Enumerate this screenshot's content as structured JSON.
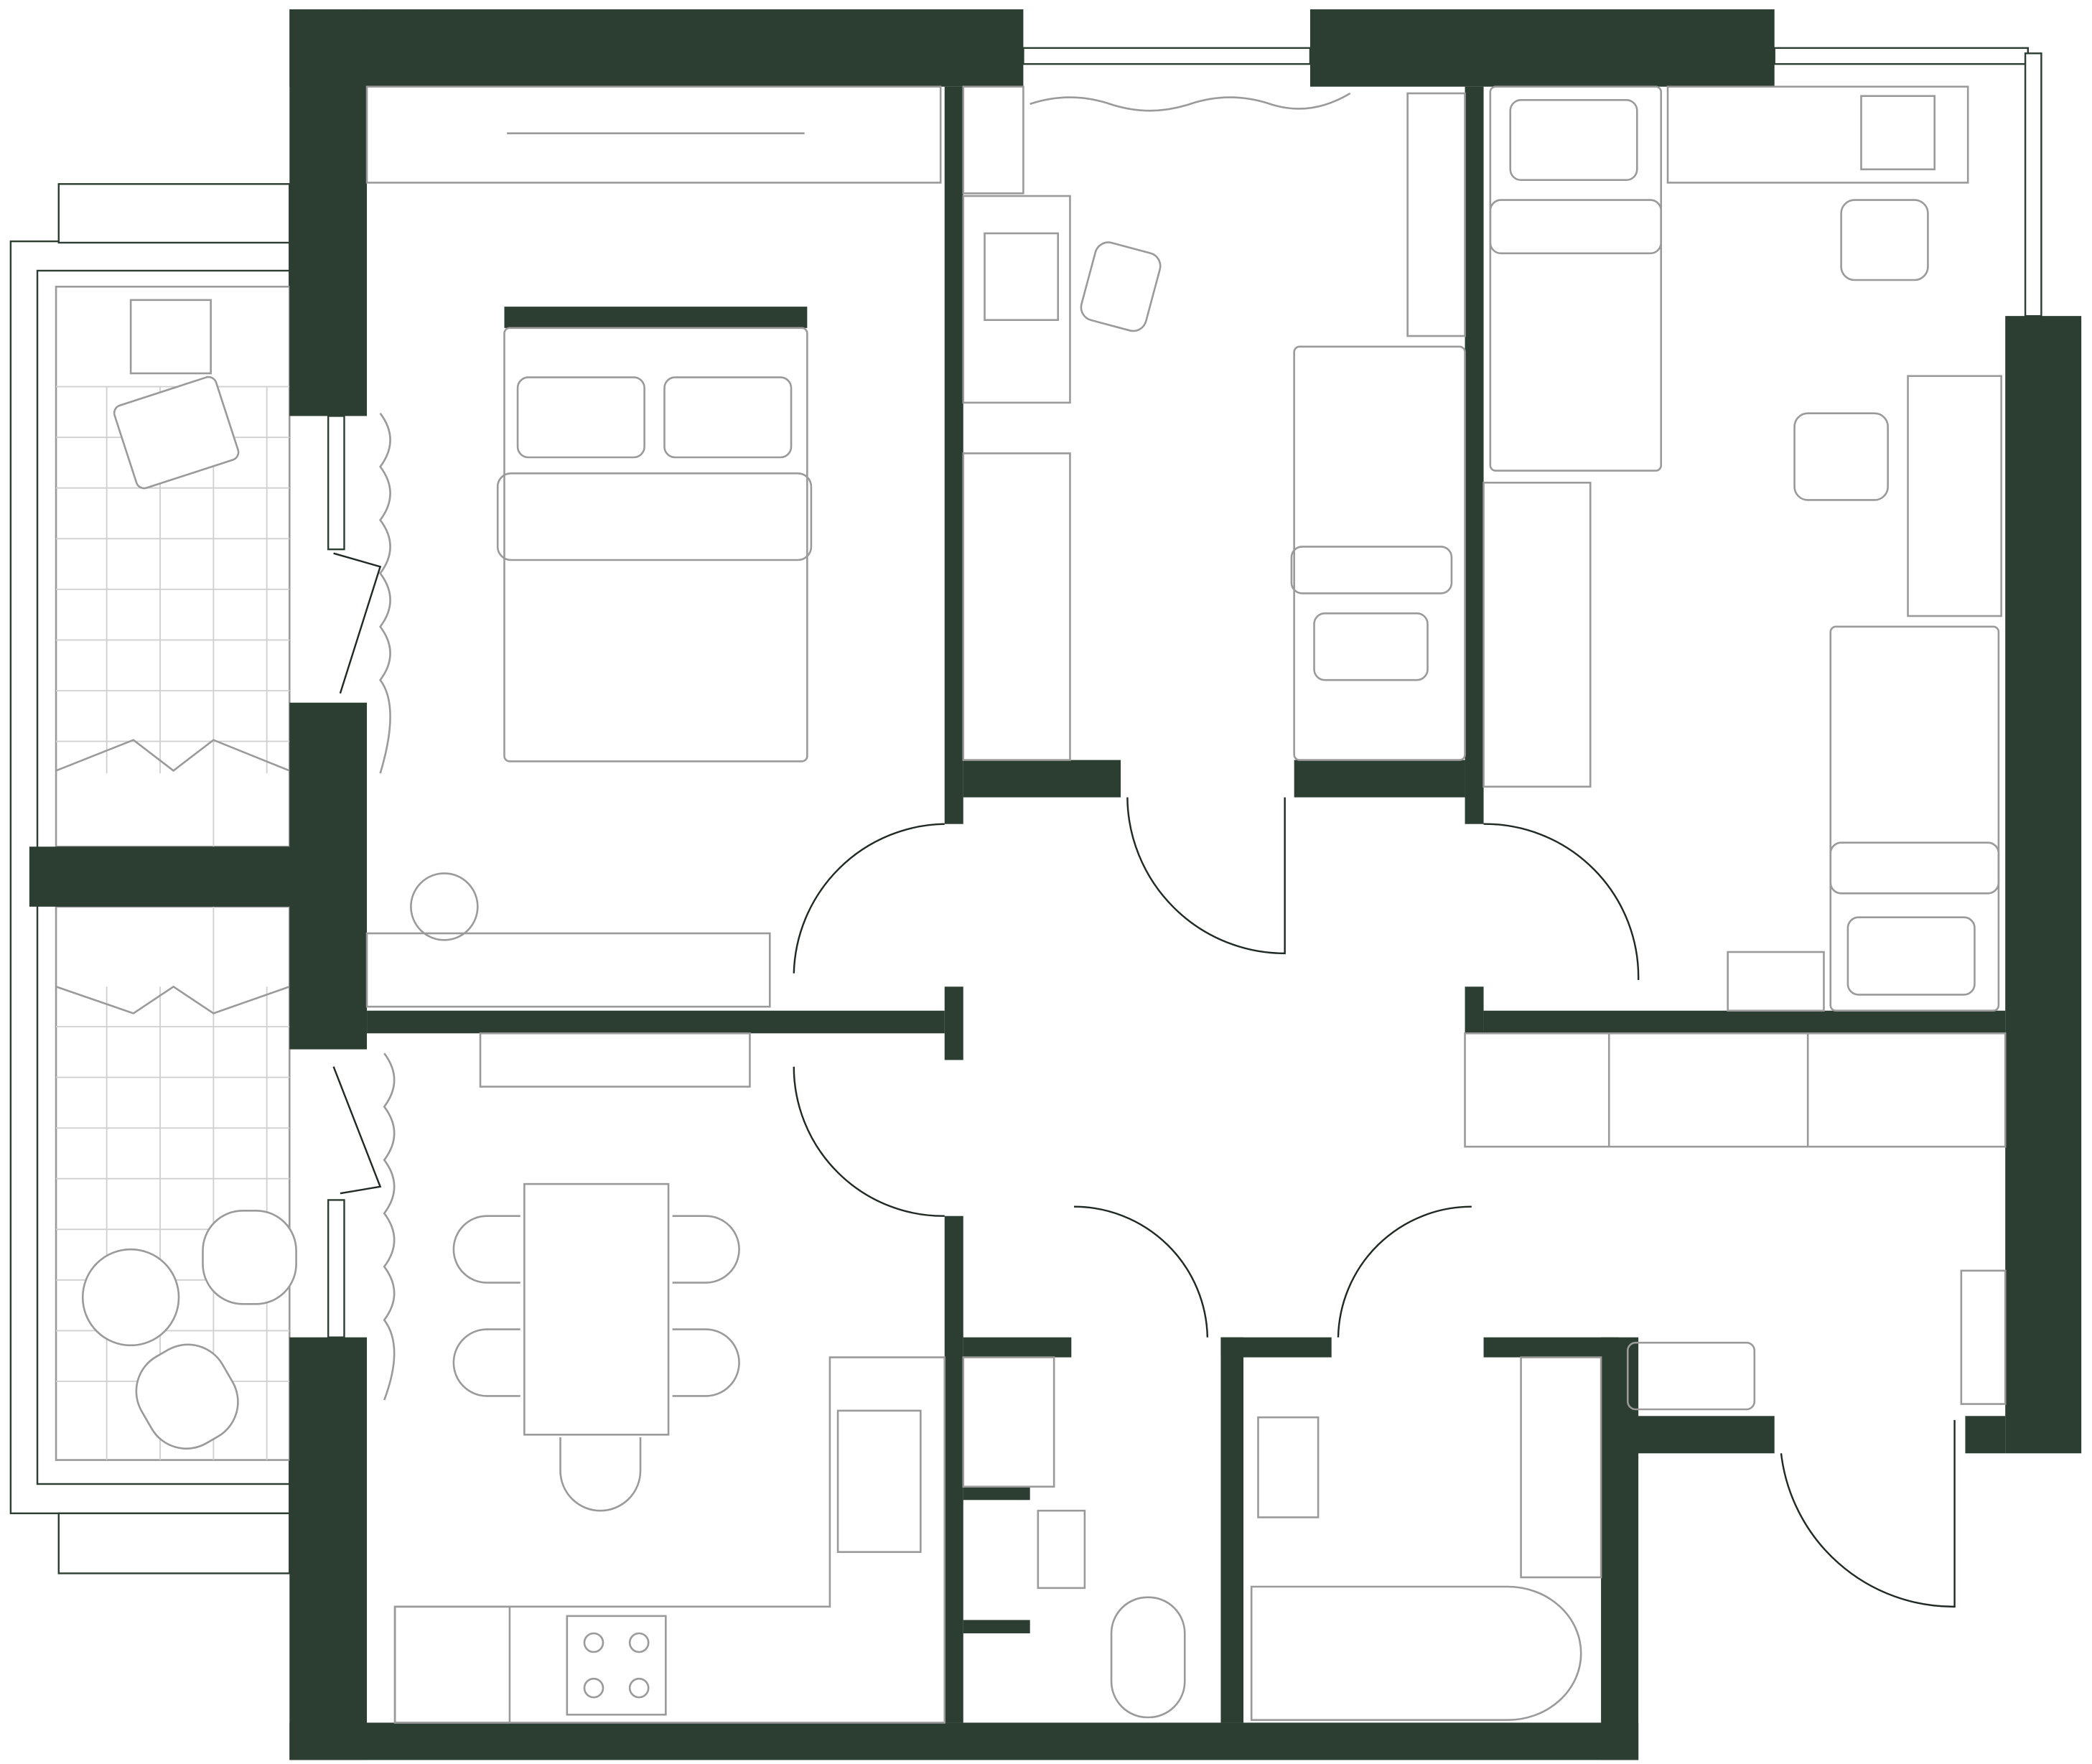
{
  "plan": {
    "colors": {
      "wall": "#2c3d31",
      "furniture_line": "#9a9a9a",
      "door_line": "#1f2a22",
      "background": "#ffffff"
    },
    "rooms": [
      "bedroom",
      "study-bedroom",
      "kids-bedroom",
      "living-kitchen",
      "hall",
      "bathroom",
      "wc",
      "balcony-upper",
      "balcony-lower"
    ]
  }
}
